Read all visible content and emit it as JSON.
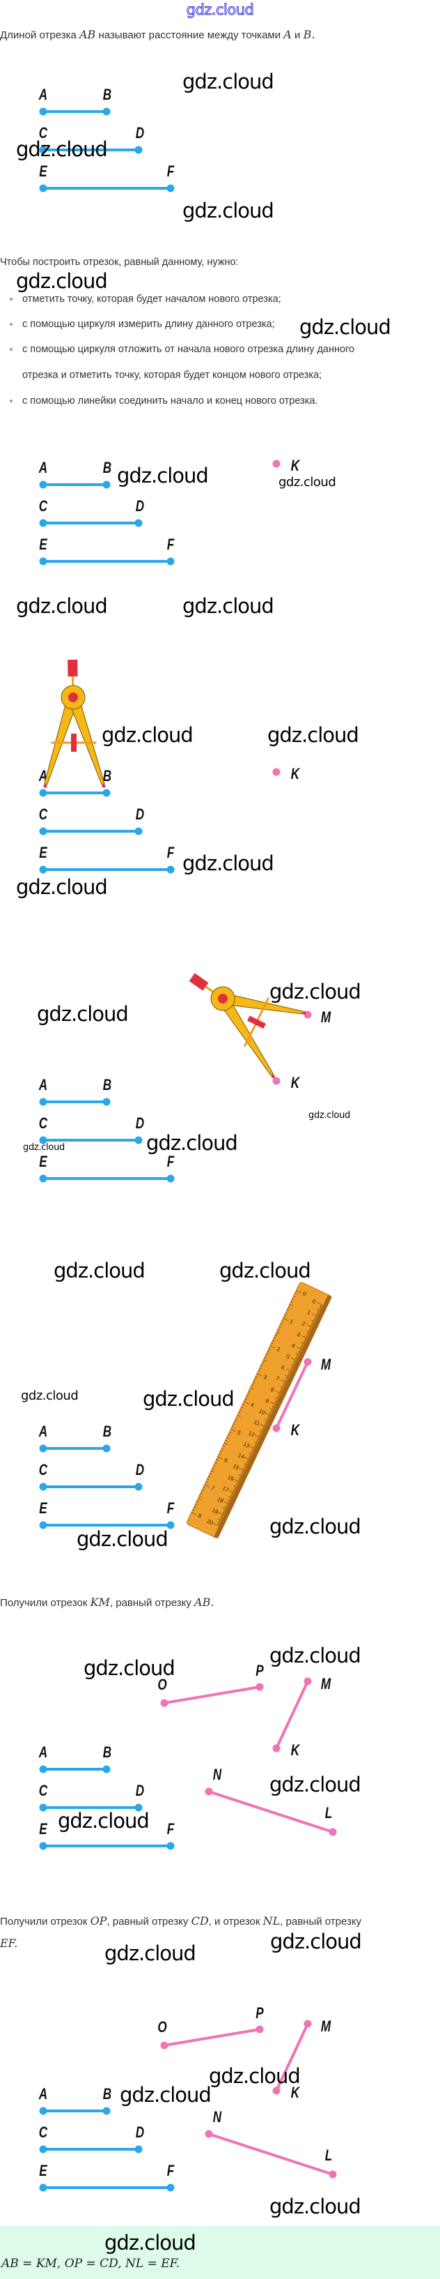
{
  "header": {
    "logo": "gdz.cloud"
  },
  "watermark": "gdz.cloud",
  "intro": [
    {
      "t": "Длиной отрезка ",
      "m": false
    },
    {
      "t": "AB",
      "m": true
    },
    {
      "t": " называют расстояние между точками ",
      "m": false
    },
    {
      "t": "A",
      "m": true
    },
    {
      "t": " и ",
      "m": false
    },
    {
      "t": "B",
      "m": true
    },
    {
      "t": ".",
      "m": true
    }
  ],
  "steps_title": "Чтобы построить отрезок, равный данному, нужно:",
  "steps": [
    "отметить точку, которая будет началом нового отрезка;",
    "с помощью циркуля измерить длину данного отрезка;",
    "с помощью циркуля отложить от начала нового отрезка длину данного",
    "с помощью линейки соединить начало и конец нового отрезка."
  ],
  "step3_continuation": "отрезка и отметить точку, которая будет концом нового отрезка;",
  "result1": [
    {
      "t": "Получили отрезок ",
      "m": false
    },
    {
      "t": "KM",
      "m": true
    },
    {
      "t": ", равный отрезку ",
      "m": false
    },
    {
      "t": "AB",
      "m": true
    },
    {
      "t": ".",
      "m": true
    }
  ],
  "result2_line1": [
    {
      "t": "Получили отрезок ",
      "m": false
    },
    {
      "t": "OP",
      "m": true
    },
    {
      "t": ", равный отрезку ",
      "m": false
    },
    {
      "t": "CD",
      "m": true
    },
    {
      "t": ", и отрезок ",
      "m": false
    },
    {
      "t": "NL",
      "m": true
    },
    {
      "t": ", равный отрезку",
      "m": false
    }
  ],
  "result2_line2": [
    {
      "t": "EF",
      "m": true
    },
    {
      "t": ".",
      "m": true
    }
  ],
  "answer": "AB = KM,  OP = CD,  NL = EF.",
  "points": {
    "A": "A",
    "B": "B",
    "C": "C",
    "D": "D",
    "E": "E",
    "F": "F",
    "K": "K",
    "M": "M",
    "O": "O",
    "P": "P",
    "N": "N",
    "L": "L"
  },
  "ruler": {
    "cm_labels": [
      "0",
      "1",
      "2",
      "3",
      "4",
      "5",
      "6",
      "7",
      "8",
      "9",
      "10",
      "11",
      "12",
      "13",
      "14",
      "15",
      "16",
      "17",
      "18",
      "19",
      "20"
    ],
    "inch_labels": [
      "0",
      "1",
      "2",
      "3",
      "4",
      "5",
      "6",
      "7",
      "8"
    ]
  },
  "colors": {
    "given_segment": "#2aa7e8",
    "new_segment": "#ef74b4",
    "compass": "#f6b817",
    "compass_red": "#e0303f",
    "ruler": "#f0a02c",
    "answer_bg": "#dcfbe9",
    "logo": "#3a2fd8"
  }
}
